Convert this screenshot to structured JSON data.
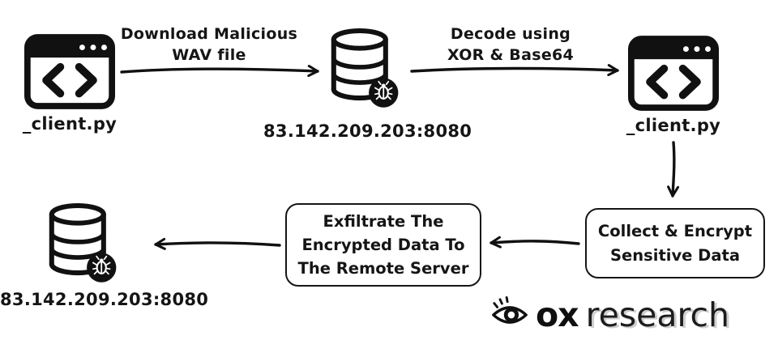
{
  "colors": {
    "ink": "#111111",
    "background": "#ffffff"
  },
  "nodes": {
    "client_left": {
      "label": "_client.py"
    },
    "server_top": {
      "label": "83.142.209.203:8080"
    },
    "client_right": {
      "label": "_client.py"
    },
    "collect": {
      "lines": [
        "Collect & Encrypt",
        "Sensitive Data"
      ]
    },
    "exfiltrate": {
      "lines": [
        "Exfiltrate The",
        "Encrypted Data To",
        "The Remote Server"
      ]
    },
    "server_bottom": {
      "label": "83.142.209.203:8080"
    }
  },
  "edges": {
    "download": {
      "lines": [
        "Download Malicious",
        "WAV file"
      ]
    },
    "decode": {
      "lines": [
        "Decode using",
        "XOR & Base64"
      ]
    }
  },
  "icons": {
    "code_window": "code-window-icon",
    "database": "database-icon",
    "bug": "bug-icon",
    "eye": "eye-icon"
  },
  "logo": {
    "bold": "ox",
    "light": "research"
  }
}
